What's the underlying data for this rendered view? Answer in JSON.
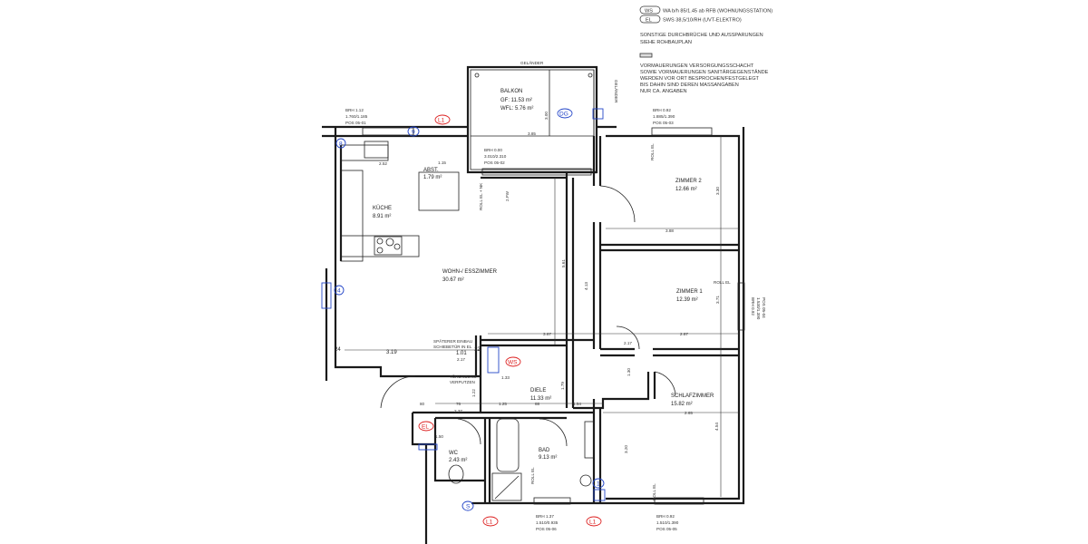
{
  "legend": {
    "ws_symbol": "WS",
    "ws_text": "WA b/h 85/1.45 ab RFB (WOHNUNGSSTATION)",
    "el_symbol": "EL",
    "el_text": "SWS 38,5/10/RH (UVT-ELEKTRO)",
    "note1": [
      "SONSTIGE DURCHBRÜCHE UND AUSSPARUNGEN",
      "SIEHE ROHBAUPLAN"
    ],
    "note2": [
      "VORMAUERUNGEN VERSORGUNGSSCHACHT",
      "SOWIE VORMAUERUNGEN SANITÄRGEGENSTÄNDE",
      "WERDEN VOR ORT BESPROCHEN/FESTGELEGT",
      "BIS DAHIN SIND DEREN MASSANGABEN",
      "NUR CA. ANGABEN"
    ]
  },
  "rooms": [
    {
      "name": "BALKON",
      "area": "GF: 11.53 m²",
      "area2": "WFL: 5.76 m²"
    },
    {
      "name": "KÜCHE",
      "area": "8.91 m²"
    },
    {
      "name": "ABST.",
      "area": "1.79 m²"
    },
    {
      "name": "WOHN-/ ESSZIMMER",
      "area": "30.67 m²"
    },
    {
      "name": "ZIMMER 2",
      "area": "12.66 m²"
    },
    {
      "name": "ZIMMER 1",
      "area": "12.39 m²"
    },
    {
      "name": "DIELE",
      "area": "11.33 m²"
    },
    {
      "name": "SCHLAFZIMMER",
      "area": "15.82 m²"
    },
    {
      "name": "WC",
      "area": "2.43 m²"
    },
    {
      "name": "BAD",
      "area": "9.13 m²"
    }
  ],
  "windows": [
    [
      "BRH 1.12",
      "1.760/1.185",
      "POS 05-01"
    ],
    [
      "BRH 0.00",
      "3.010/2.310",
      "POS 05-02"
    ],
    [
      "BRH 0.92",
      "1.885/1.390",
      "POS 05-03"
    ],
    [
      "BRH 0.92",
      "1.530/1.390",
      "POS 05-04"
    ],
    [
      "BRH 0.92",
      "1.510/1.390",
      "POS 05-05"
    ],
    [
      "BRH 1.37",
      "1.510/0.935",
      "POS 05-06"
    ]
  ],
  "labels": {
    "railing": "GELÄNDER",
    "roll_el": "ROLL EL",
    "roll_el_nk": "ROLL EL + NK",
    "door_note": [
      "SPÄTERER EINBAU",
      "SCHIEBETÜR IN EL"
    ],
    "reveal_note": [
      "TÜRLAIBUNG",
      "VERPUTZEN"
    ],
    "fw": "2.FW",
    "markers": {
      "l1": "L1",
      "dg": "DG",
      "ws": "WS",
      "el": "EL",
      "s": "S",
      "one": "1",
      "nine": "9",
      "eight": "8",
      "four": "4"
    }
  },
  "dimensions": [
    "3.85",
    "3.00",
    "2.52",
    "1.15",
    "3.88",
    "3.30",
    "3.71",
    "5.61",
    "4.13",
    "3.19",
    "24",
    "1.01",
    "2.17",
    "12",
    "3.67",
    "2.87",
    "1.33",
    "1.25",
    "88",
    "1.54",
    "2.37",
    "80",
    "76",
    "3.20",
    "4.54",
    "2.65",
    "1.79",
    "1.22",
    "1.30",
    "2.17",
    "1.50"
  ],
  "colors": {
    "wall": "#1a1a1a",
    "marker_red": "#dd2222",
    "marker_blue": "#2446c8"
  }
}
